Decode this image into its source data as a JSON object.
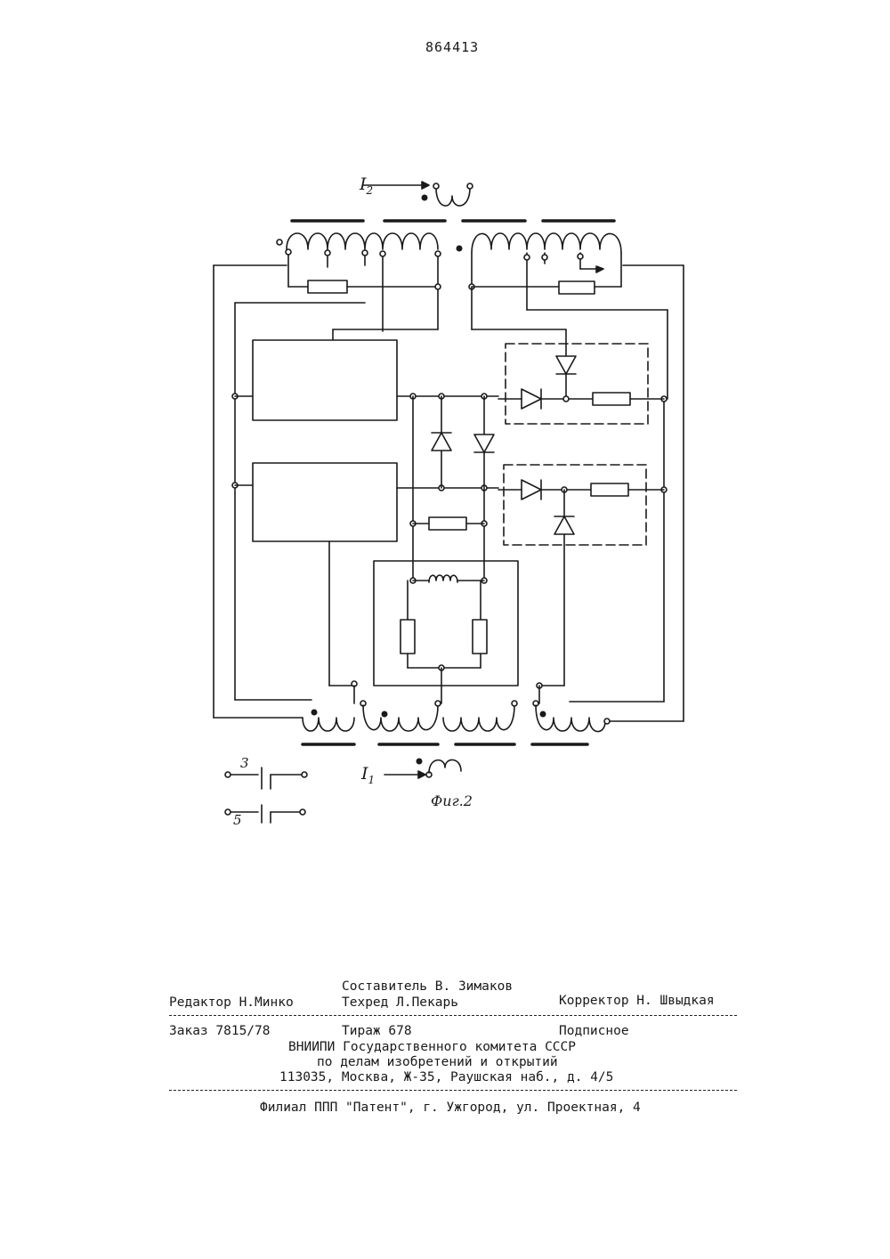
{
  "patent_number": "864413",
  "figure": {
    "caption": "Фиг.2",
    "current_top": "I",
    "current_top_sub": "2",
    "current_bottom": "I",
    "current_bottom_sub": "1",
    "legend_3": "3",
    "legend_5": "5"
  },
  "footer": {
    "compiler": "Составитель В. Зимаков",
    "editor": "Редактор Н.Минко",
    "techred": "Техред Л.Пекарь",
    "corrector": "Корректор Н. Швыдкая",
    "order": "Заказ 7815/78",
    "circulation": "Тираж 678",
    "subscription": "Подписное",
    "org_line1": "ВНИИПИ Государственного комитета СССР",
    "org_line2": "по делам изобретений и открытий",
    "address": "113035, Москва, Ж-35, Раушская наб., д. 4/5",
    "branch": "Филиал ППП \"Патент\", г. Ужгород, ул. Проектная, 4"
  }
}
